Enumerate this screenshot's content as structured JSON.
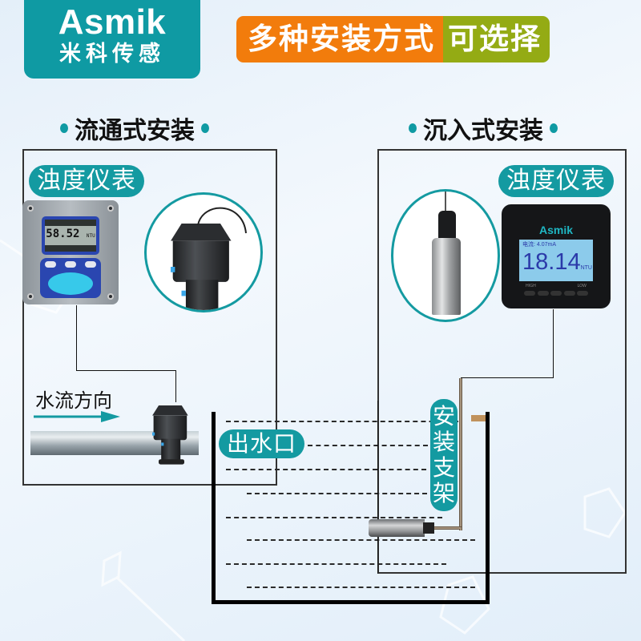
{
  "brand": {
    "name": "Asmik",
    "chinese_name": "米科传感",
    "color": "#0f9aa3"
  },
  "headline": {
    "part1": "多种安装方式",
    "part2": "可选择",
    "part1_color": "#f27c0c",
    "part2_color": "#94ab14"
  },
  "sections": {
    "flow_through": {
      "title": "流通式安装",
      "instrument_label": "浊度仪表",
      "display_value": "58.52",
      "display_unit": "NTU",
      "flow_label": "水流方向",
      "outlet_label": "出水口"
    },
    "immersion": {
      "title": "沉入式安装",
      "instrument_label": "浊度仪表",
      "device_brand": "Asmik",
      "display_current": "电流: 4.07mA",
      "display_value": "18.14",
      "display_unit": "NTU",
      "indicator_high": "HIGH",
      "indicator_low": "LOW",
      "bracket_label": "安装支架"
    }
  },
  "accent_color": "#149aa1"
}
